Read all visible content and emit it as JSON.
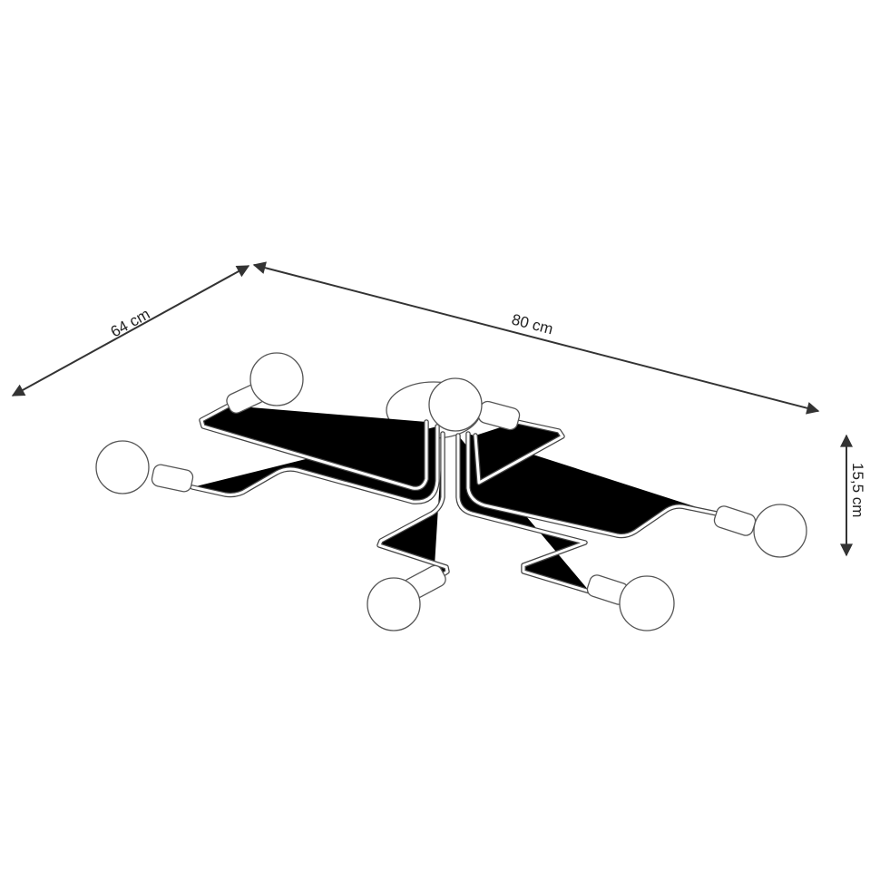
{
  "drawing": {
    "dimensions": {
      "depth_label": "64 cm",
      "width_label": "80 cm",
      "height_label": "15,5 cm"
    },
    "line_color": "#333333",
    "background_color": "#ffffff"
  }
}
